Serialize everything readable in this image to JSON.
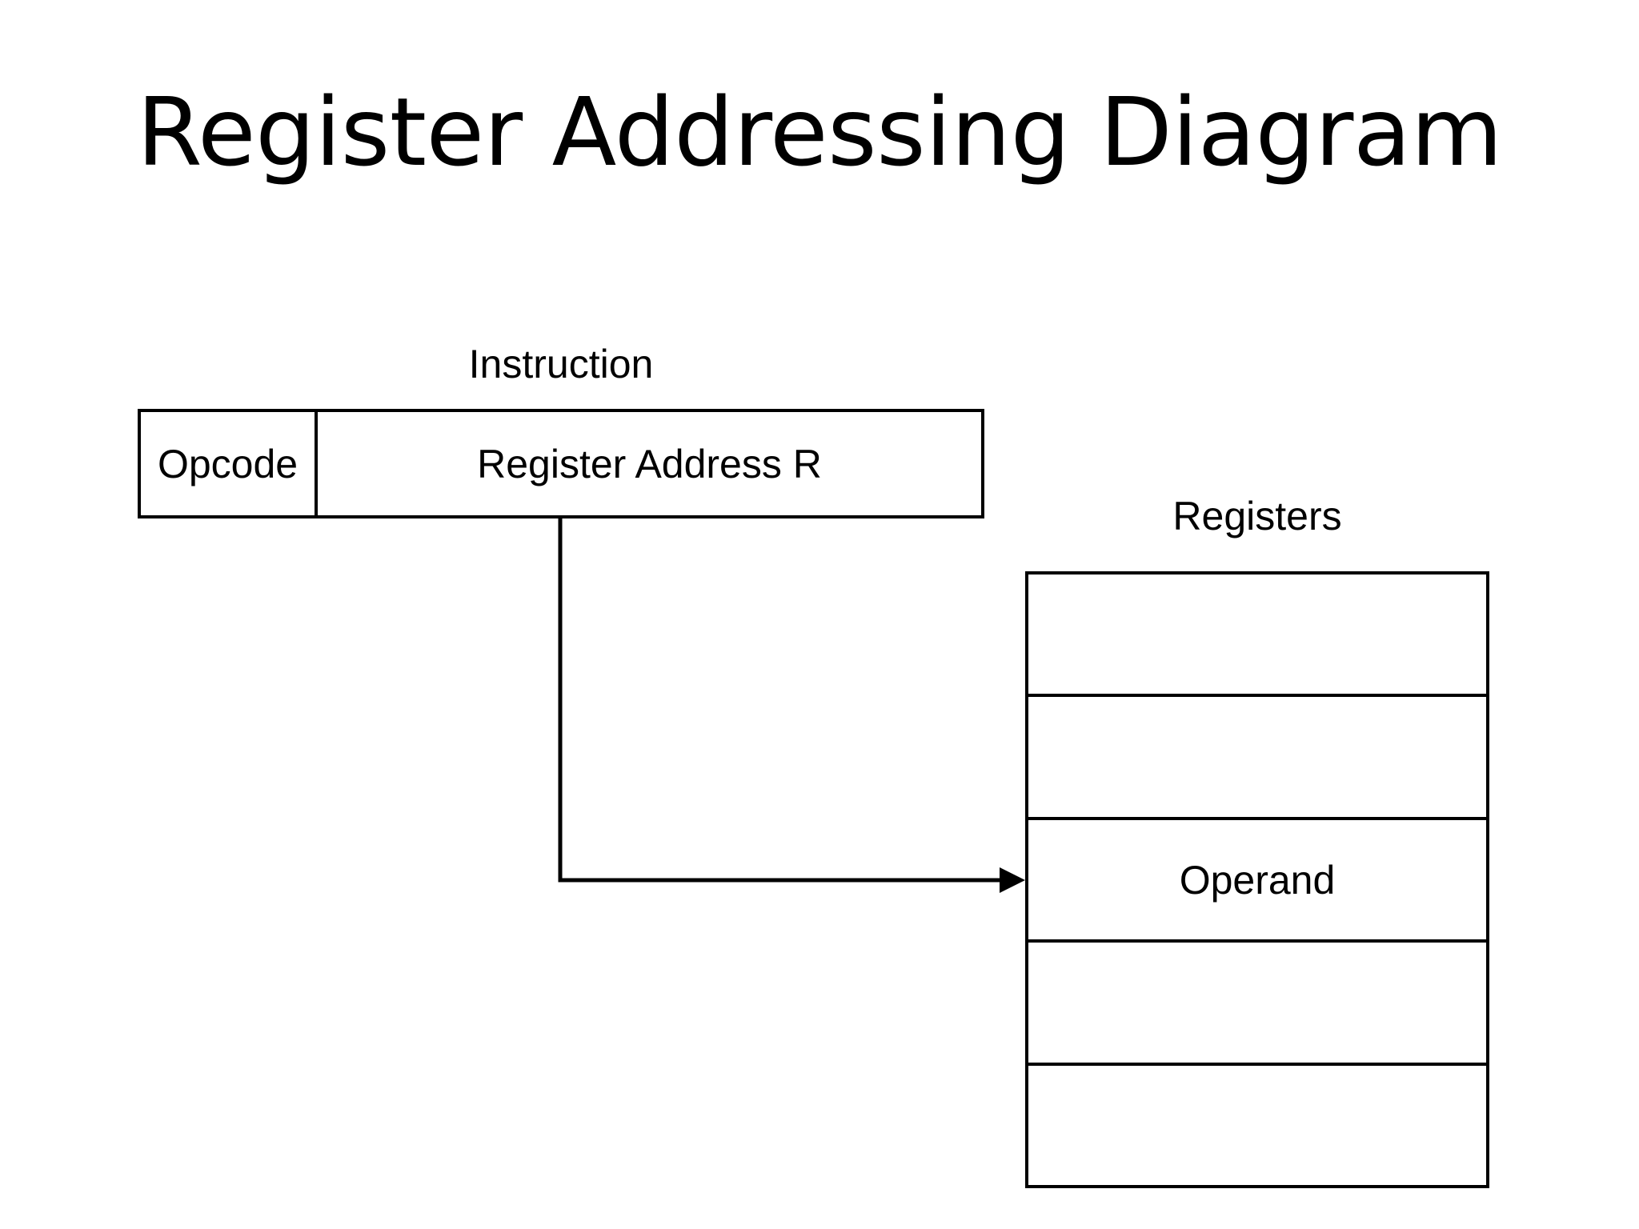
{
  "slide": {
    "title": "Register Addressing Diagram",
    "background_color": "#ffffff",
    "ink_color": "#000000"
  },
  "diagram": {
    "instruction": {
      "label": "Instruction",
      "fields": [
        {
          "name": "opcode",
          "text": "Opcode"
        },
        {
          "name": "register-address",
          "text": "Register Address R"
        }
      ]
    },
    "registers": {
      "label": "Registers",
      "rows": [
        {
          "index": 1,
          "text": ""
        },
        {
          "index": 2,
          "text": ""
        },
        {
          "index": 3,
          "text": "Operand"
        },
        {
          "index": 4,
          "text": ""
        },
        {
          "index": 5,
          "text": ""
        }
      ]
    },
    "connector": {
      "name": "register-address-to-operand-arrow",
      "from": "register-address-field",
      "to": "registers-row-3",
      "arrowhead": "right-triangle"
    }
  }
}
